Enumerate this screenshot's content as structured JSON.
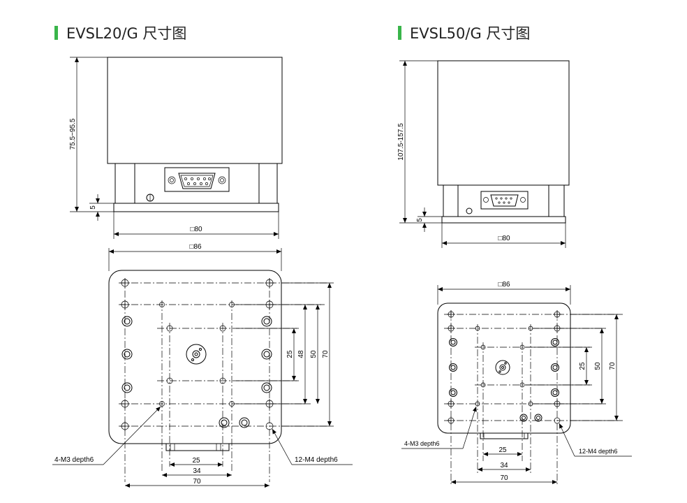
{
  "left": {
    "title": "EVSL20/G 尺寸图",
    "side_view": {
      "height": "75.5~95.5",
      "base": "5",
      "width": "□80"
    },
    "top_view": {
      "outer": "□86",
      "dims_right": [
        "25",
        "48",
        "50",
        "70"
      ],
      "dims_bottom": [
        "25",
        "34",
        "70"
      ],
      "callout_left": "4-M3 depth6",
      "callout_right": "12-M4 depth6"
    }
  },
  "right": {
    "title": "EVSL50/G 尺寸图",
    "side_view": {
      "height": "107.5-157.5",
      "base": "5",
      "width": "□80"
    },
    "top_view": {
      "outer": "□86",
      "dims_right": [
        "25",
        "50",
        "70"
      ],
      "dims_bottom": [
        "25",
        "34",
        "70"
      ],
      "callout_left": "4-M3 depth6",
      "callout_right": "12-M4 depth6"
    }
  },
  "colors": {
    "accent": "#39b54a",
    "line": "#000000"
  }
}
